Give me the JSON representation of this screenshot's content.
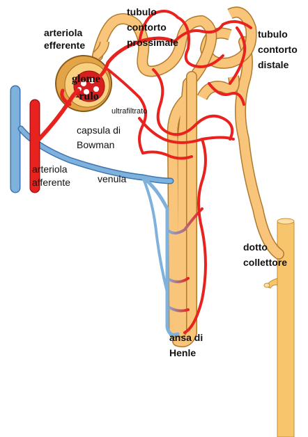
{
  "labels": {
    "arteriola_efferente": [
      "arteriola",
      "efferente"
    ],
    "glomerulo": [
      "glome",
      "-rulo"
    ],
    "ultrafiltrato": "ultrafiltrato",
    "capsula_di_bowman": [
      "capsula di",
      "Bowman"
    ],
    "arteriola_afferente": [
      "arteriola",
      "afferente"
    ],
    "venula": "venula",
    "tubulo_contorto_prossimale": [
      "tubulo",
      "contorto",
      "prossimale"
    ],
    "tubulo_contorto_distale": [
      "tubulo",
      "contorto",
      "distale"
    ],
    "dotto_collettore": [
      "dotto",
      "collettore"
    ],
    "ansa_di_henle": [
      "ansa di",
      "Henle"
    ]
  },
  "colors": {
    "artery": "#e8231f",
    "vein": "#7fb1dd",
    "tubule": "#f9c57a",
    "tubule_outline": "#b07a2c",
    "capsule": "#e2a447",
    "duct": "#f7c56b"
  }
}
